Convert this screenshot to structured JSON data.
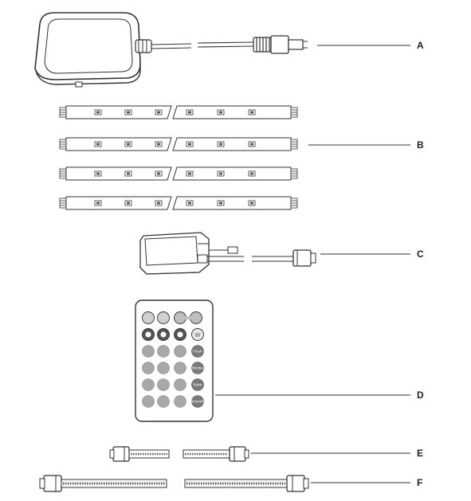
{
  "diagram": {
    "colors": {
      "line": "#333333",
      "fill_light": "#f2f2f2",
      "fill_mid": "#bdbdbd",
      "fill_dark": "#555555"
    },
    "parts": [
      {
        "label": "A",
        "component": "power-adapter"
      },
      {
        "label": "B",
        "component": "led-strips"
      },
      {
        "label": "C",
        "component": "controller-box"
      },
      {
        "label": "D",
        "component": "remote-control"
      },
      {
        "label": "E",
        "component": "connector-cable-short"
      },
      {
        "label": "F",
        "component": "extension-cable-long"
      }
    ],
    "remote": {
      "side_buttons": [
        "Flash",
        "Strobe",
        "Fade",
        "Smooth"
      ],
      "white_button": "W"
    }
  }
}
